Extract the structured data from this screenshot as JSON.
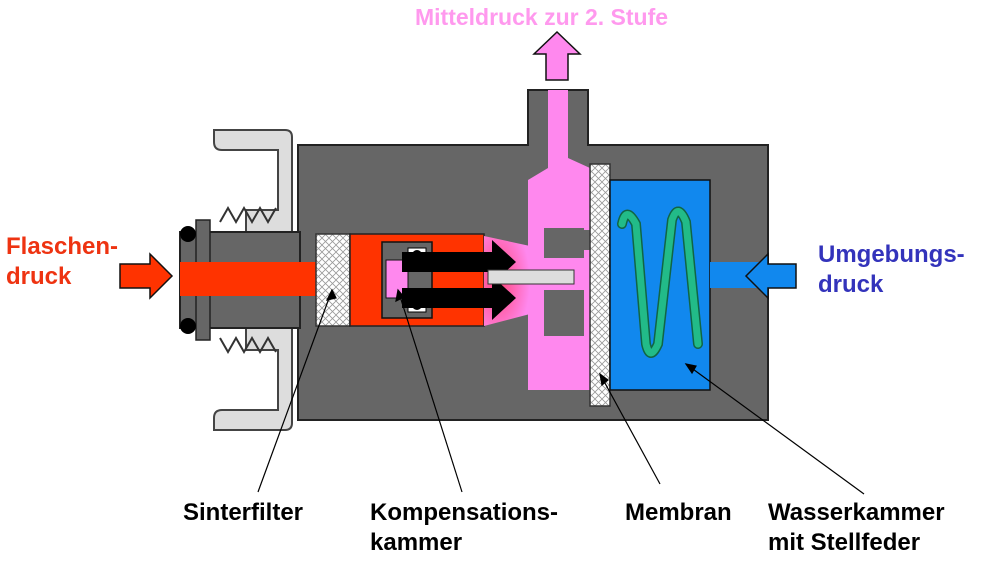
{
  "labels": {
    "top": "Mitteldruck zur 2. Stufe",
    "left_line1": "Flaschen-",
    "left_line2": "druck",
    "right_line1": "Umgebungs-",
    "right_line2": "druck",
    "sinterfilter": "Sinterfilter",
    "kompensation_line1": "Kompensations-",
    "kompensation_line2": "kammer",
    "membran": "Membran",
    "wasserkammer_line1": "Wasserkammer",
    "wasserkammer_line2": "mit Stellfeder"
  },
  "colors": {
    "high_pressure": "#ff3300",
    "medium_pressure": "#ff88ee",
    "ambient": "#1188ee",
    "left_label": "#ee3311",
    "right_label": "#3333bb",
    "top_label": "#ff99ee",
    "body": "#666666",
    "spring": "#22bb88"
  }
}
